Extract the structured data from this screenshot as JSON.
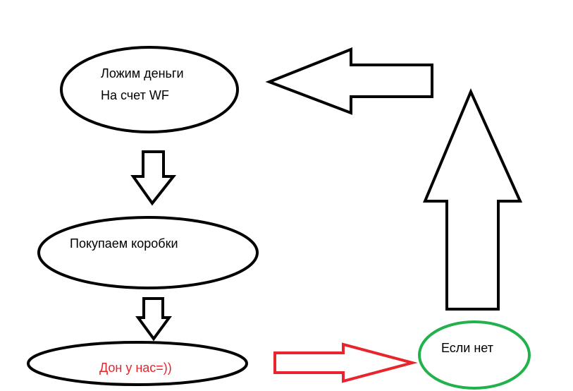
{
  "nodes": {
    "deposit": {
      "line1": "Ложим деньги",
      "line2": "На счет WF"
    },
    "buy": {
      "label": "Покупаем коробки"
    },
    "don": {
      "label": "Дон у нас=))"
    },
    "else": {
      "label": "Если нет"
    }
  },
  "colors": {
    "stroke": "#000000",
    "red": "#e8242c",
    "green": "#22b14c"
  }
}
